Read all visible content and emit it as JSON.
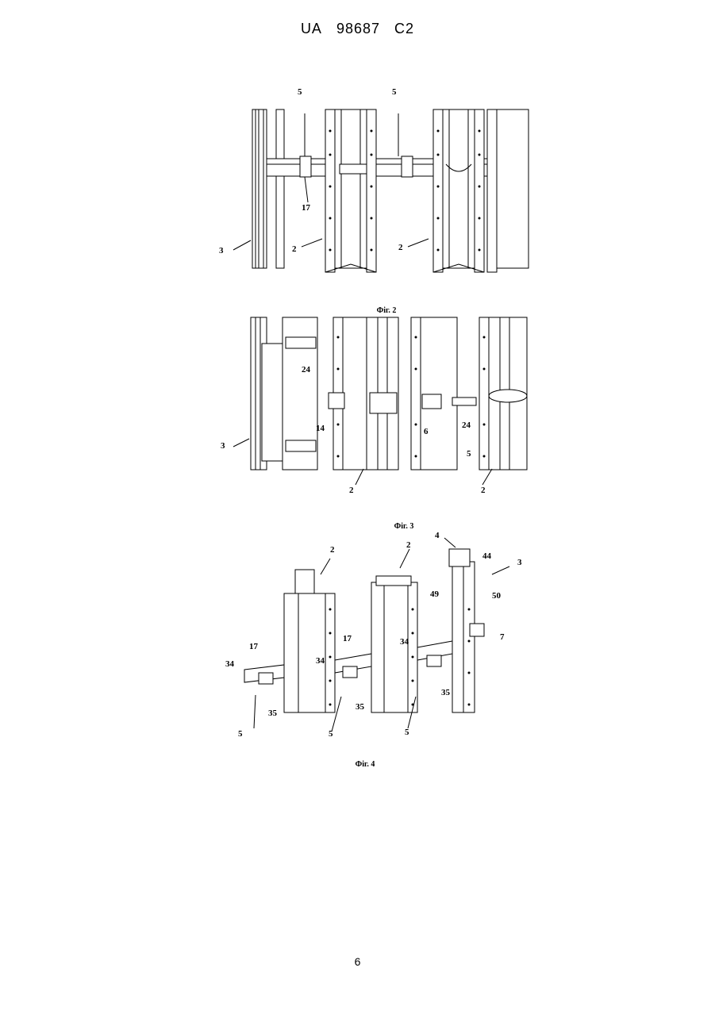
{
  "header": {
    "country": "UA",
    "number": "98687",
    "kind": "C2"
  },
  "figures": [
    {
      "caption": "Фіг. 2",
      "labels": [
        "5",
        "5",
        "17",
        "3",
        "2",
        "2"
      ]
    },
    {
      "caption": "Фіг. 3",
      "labels": [
        "24",
        "14",
        "6",
        "24",
        "5",
        "3",
        "2",
        "2"
      ]
    },
    {
      "caption": "Фіг. 4",
      "labels": [
        "4",
        "2",
        "2",
        "44",
        "3",
        "49",
        "50",
        "7",
        "17",
        "17",
        "34",
        "34",
        "34",
        "35",
        "35",
        "35",
        "5",
        "5",
        "5"
      ]
    }
  ],
  "page_number": "6"
}
